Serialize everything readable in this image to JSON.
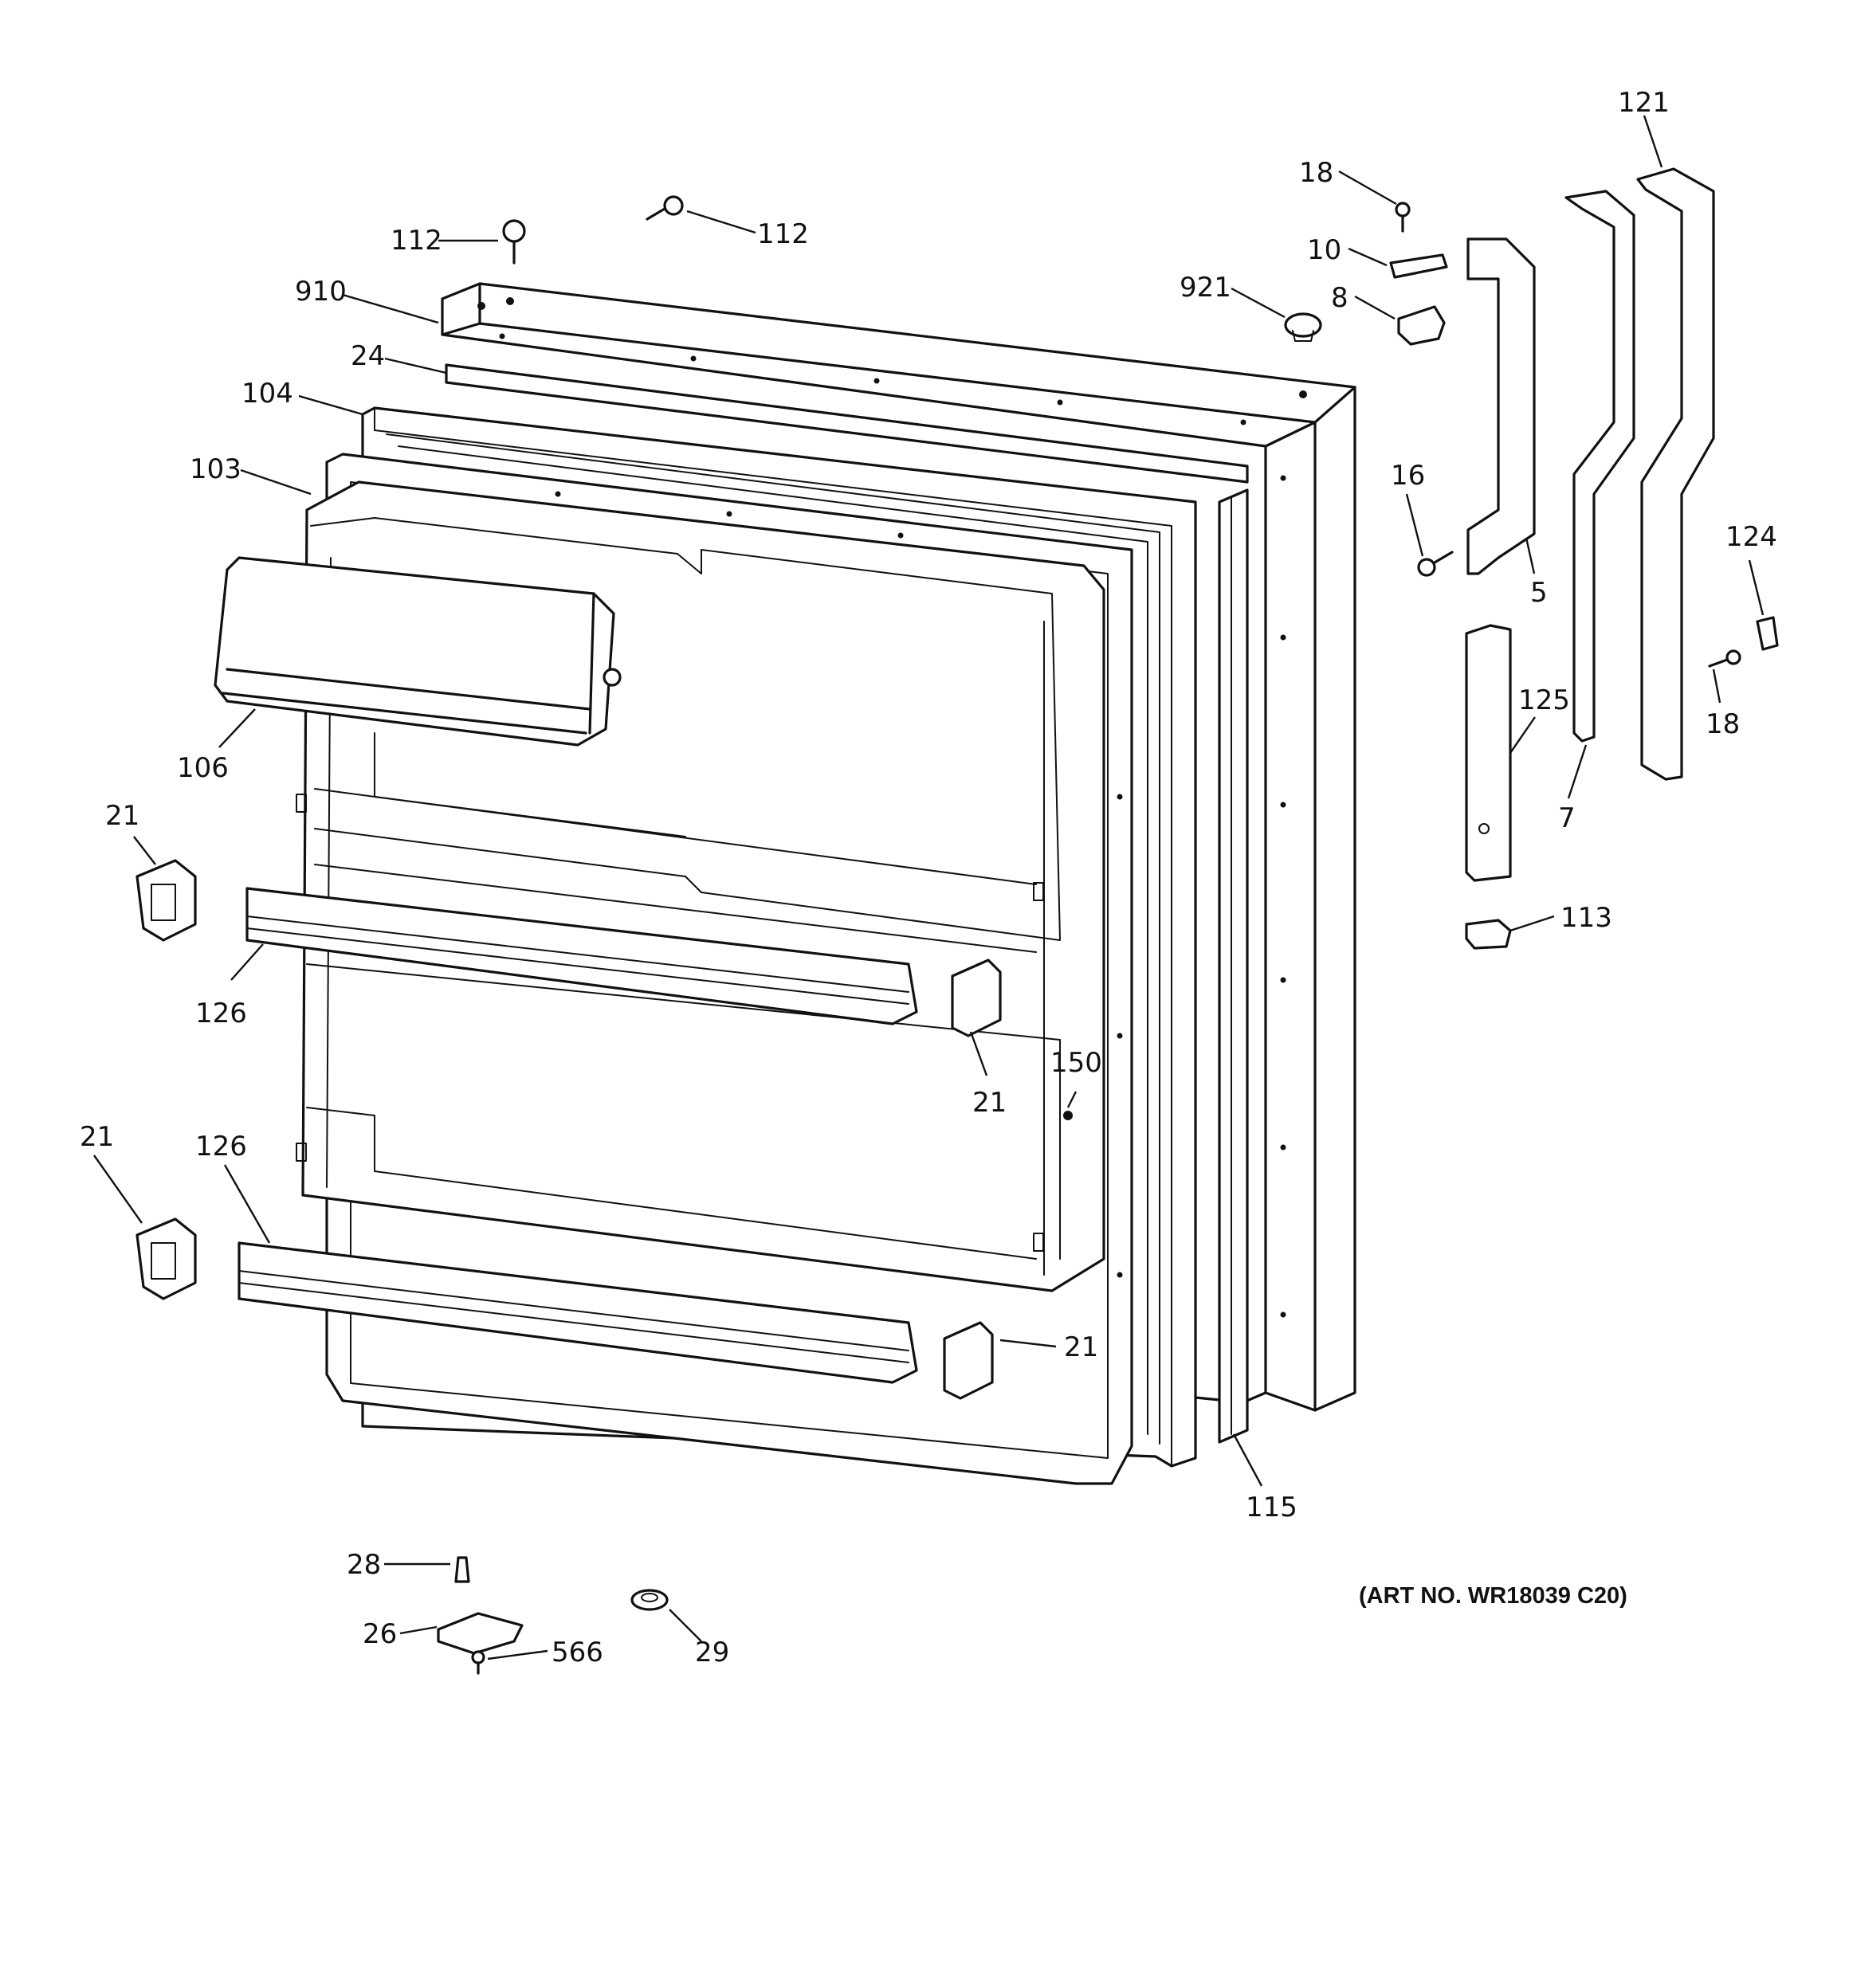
{
  "art_number": "(ART NO. WR18039 C20)",
  "callouts": {
    "c112a": "112",
    "c112b": "112",
    "c910": "910",
    "c24": "24",
    "c104": "104",
    "c103": "103",
    "c106": "106",
    "c21a": "21",
    "c126a": "126",
    "c21b": "21",
    "c21c": "21",
    "c126b": "126",
    "c21d": "21",
    "c150": "150",
    "c115": "115",
    "c18a": "18",
    "c10": "10",
    "c921": "921",
    "c8": "8",
    "c16": "16",
    "c5": "5",
    "c121": "121",
    "c124": "124",
    "c125": "125",
    "c7": "7",
    "c18b": "18",
    "c113": "113",
    "c28": "28",
    "c26": "26",
    "c566": "566",
    "c29": "29"
  }
}
